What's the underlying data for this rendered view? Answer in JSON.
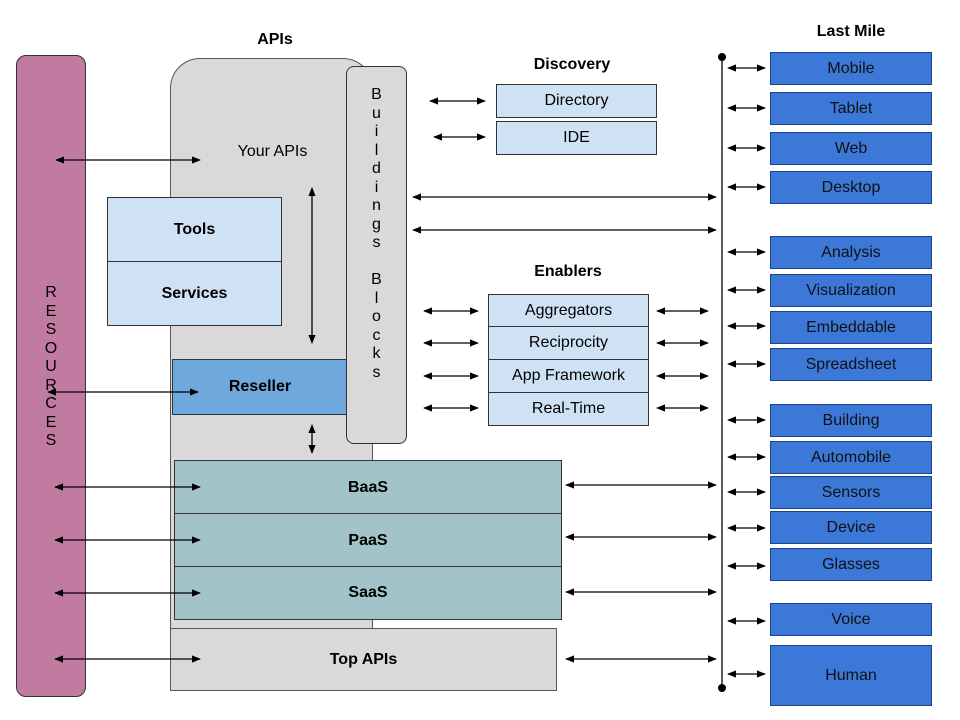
{
  "labels": {
    "apis": "APIs",
    "discovery": "Discovery",
    "enablers": "Enablers",
    "last_mile": "Last Mile",
    "your_apis": "Your APIs",
    "resources": [
      "R",
      "E",
      "S",
      "O",
      "U",
      "R",
      "C",
      "E",
      "S"
    ],
    "building_blocks": [
      "B",
      "u",
      "i",
      "l",
      "d",
      "i",
      "n",
      "g",
      "s",
      "",
      "B",
      "l",
      "o",
      "c",
      "k",
      "s"
    ]
  },
  "discovery": {
    "directory": "Directory",
    "ide": "IDE"
  },
  "tools": "Tools",
  "services": "Services",
  "reseller": "Reseller",
  "enablers": [
    "Aggregators",
    "Reciprocity",
    "App Framework",
    "Real-Time"
  ],
  "stack": {
    "baas": "BaaS",
    "paas": "PaaS",
    "saas": "SaaS",
    "top_apis": "Top APIs"
  },
  "last_mile": [
    "Mobile",
    "Tablet",
    "Web",
    "Desktop",
    "Analysis",
    "Visualization",
    "Embeddable",
    "Spreadsheet",
    "Building",
    "Automobile",
    "Sensors",
    "Device",
    "Glasses",
    "Voice",
    "Human"
  ],
  "colors": {
    "resources": "#c27ba0",
    "apis_background": "#d9d9d9",
    "light_box": "#cfe2f3",
    "reseller": "#6fa8dc",
    "stack": "#a2c4c9",
    "last_mile": "#3c78d8"
  }
}
